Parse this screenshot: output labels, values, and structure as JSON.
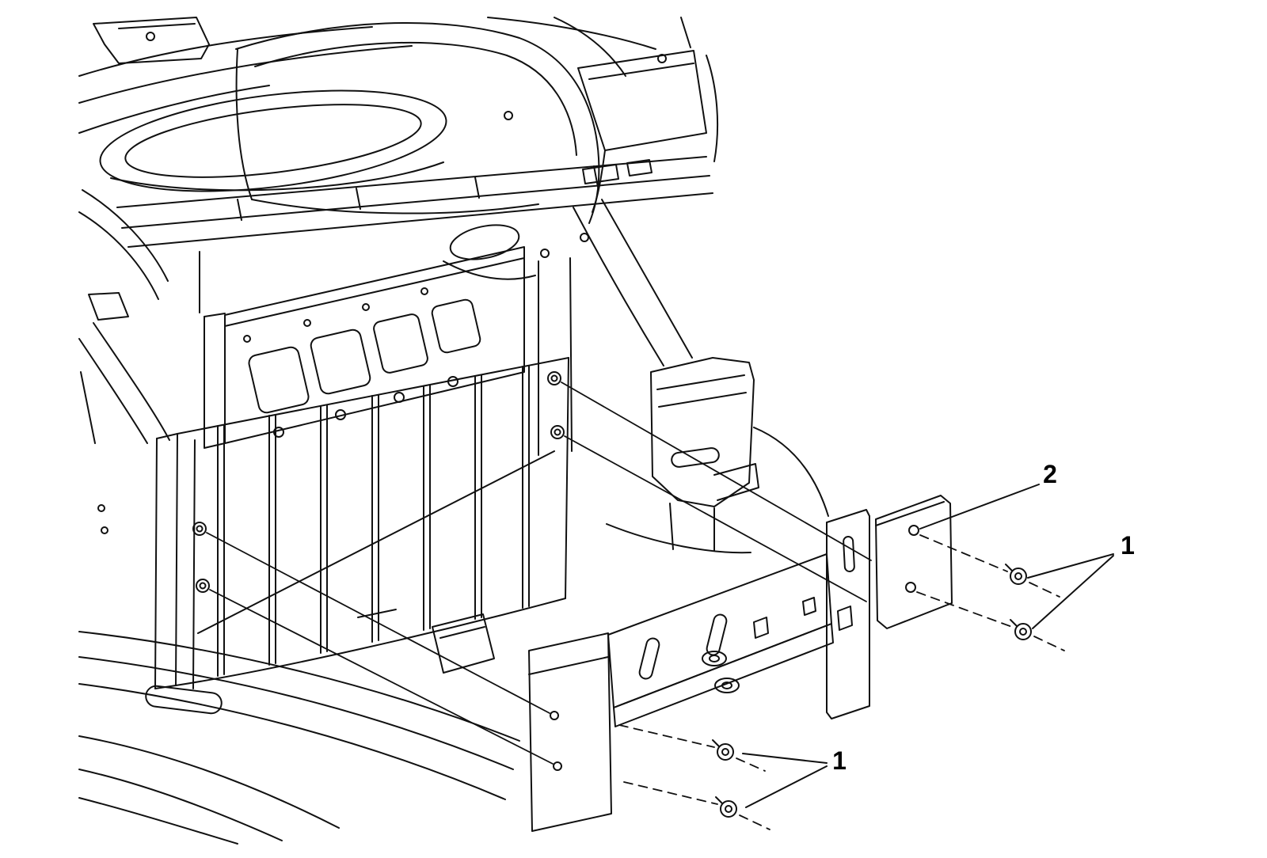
{
  "diagram": {
    "background_color": "#ffffff",
    "line_color": "#111111",
    "callouts": [
      {
        "label": "2"
      },
      {
        "label": "1"
      },
      {
        "label": "1"
      }
    ]
  }
}
